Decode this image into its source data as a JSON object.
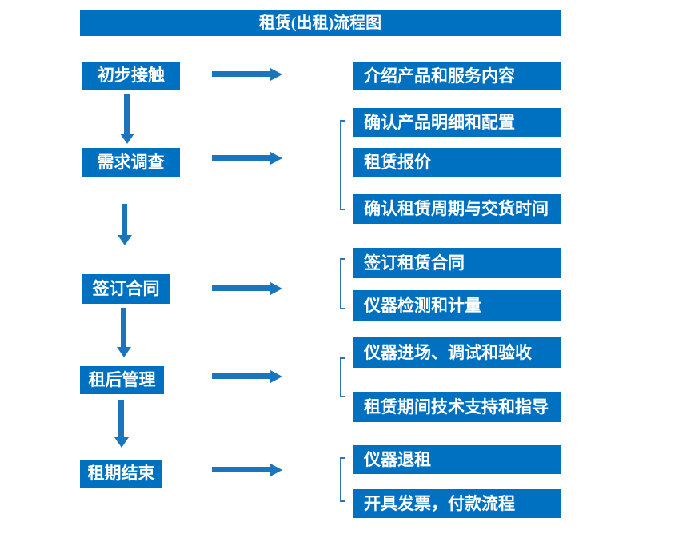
{
  "title": "租赁(出租)流程图",
  "colors": {
    "box_blue": "#0070C0",
    "arrow_blue": "#1B75BC",
    "bracket_blue": "#2E75B6",
    "text_white": "#FFFFFF",
    "background": "#FFFFFF"
  },
  "steps": [
    {
      "label": "初步接触",
      "outputs": [
        "介绍产品和服务内容"
      ]
    },
    {
      "label": "需求调查",
      "outputs": [
        "确认产品明细和配置",
        "租赁报价",
        "确认租赁周期与交货时间"
      ]
    },
    {
      "label": "签订合同",
      "outputs": [
        "签订租赁合同",
        "仪器检测和计量"
      ]
    },
    {
      "label": "租后管理",
      "outputs": [
        "仪器进场、调试和验收",
        "租赁期间技术支持和指导"
      ]
    },
    {
      "label": "租期结束",
      "outputs": [
        "仪器退租",
        "开具发票，付款流程"
      ]
    }
  ]
}
